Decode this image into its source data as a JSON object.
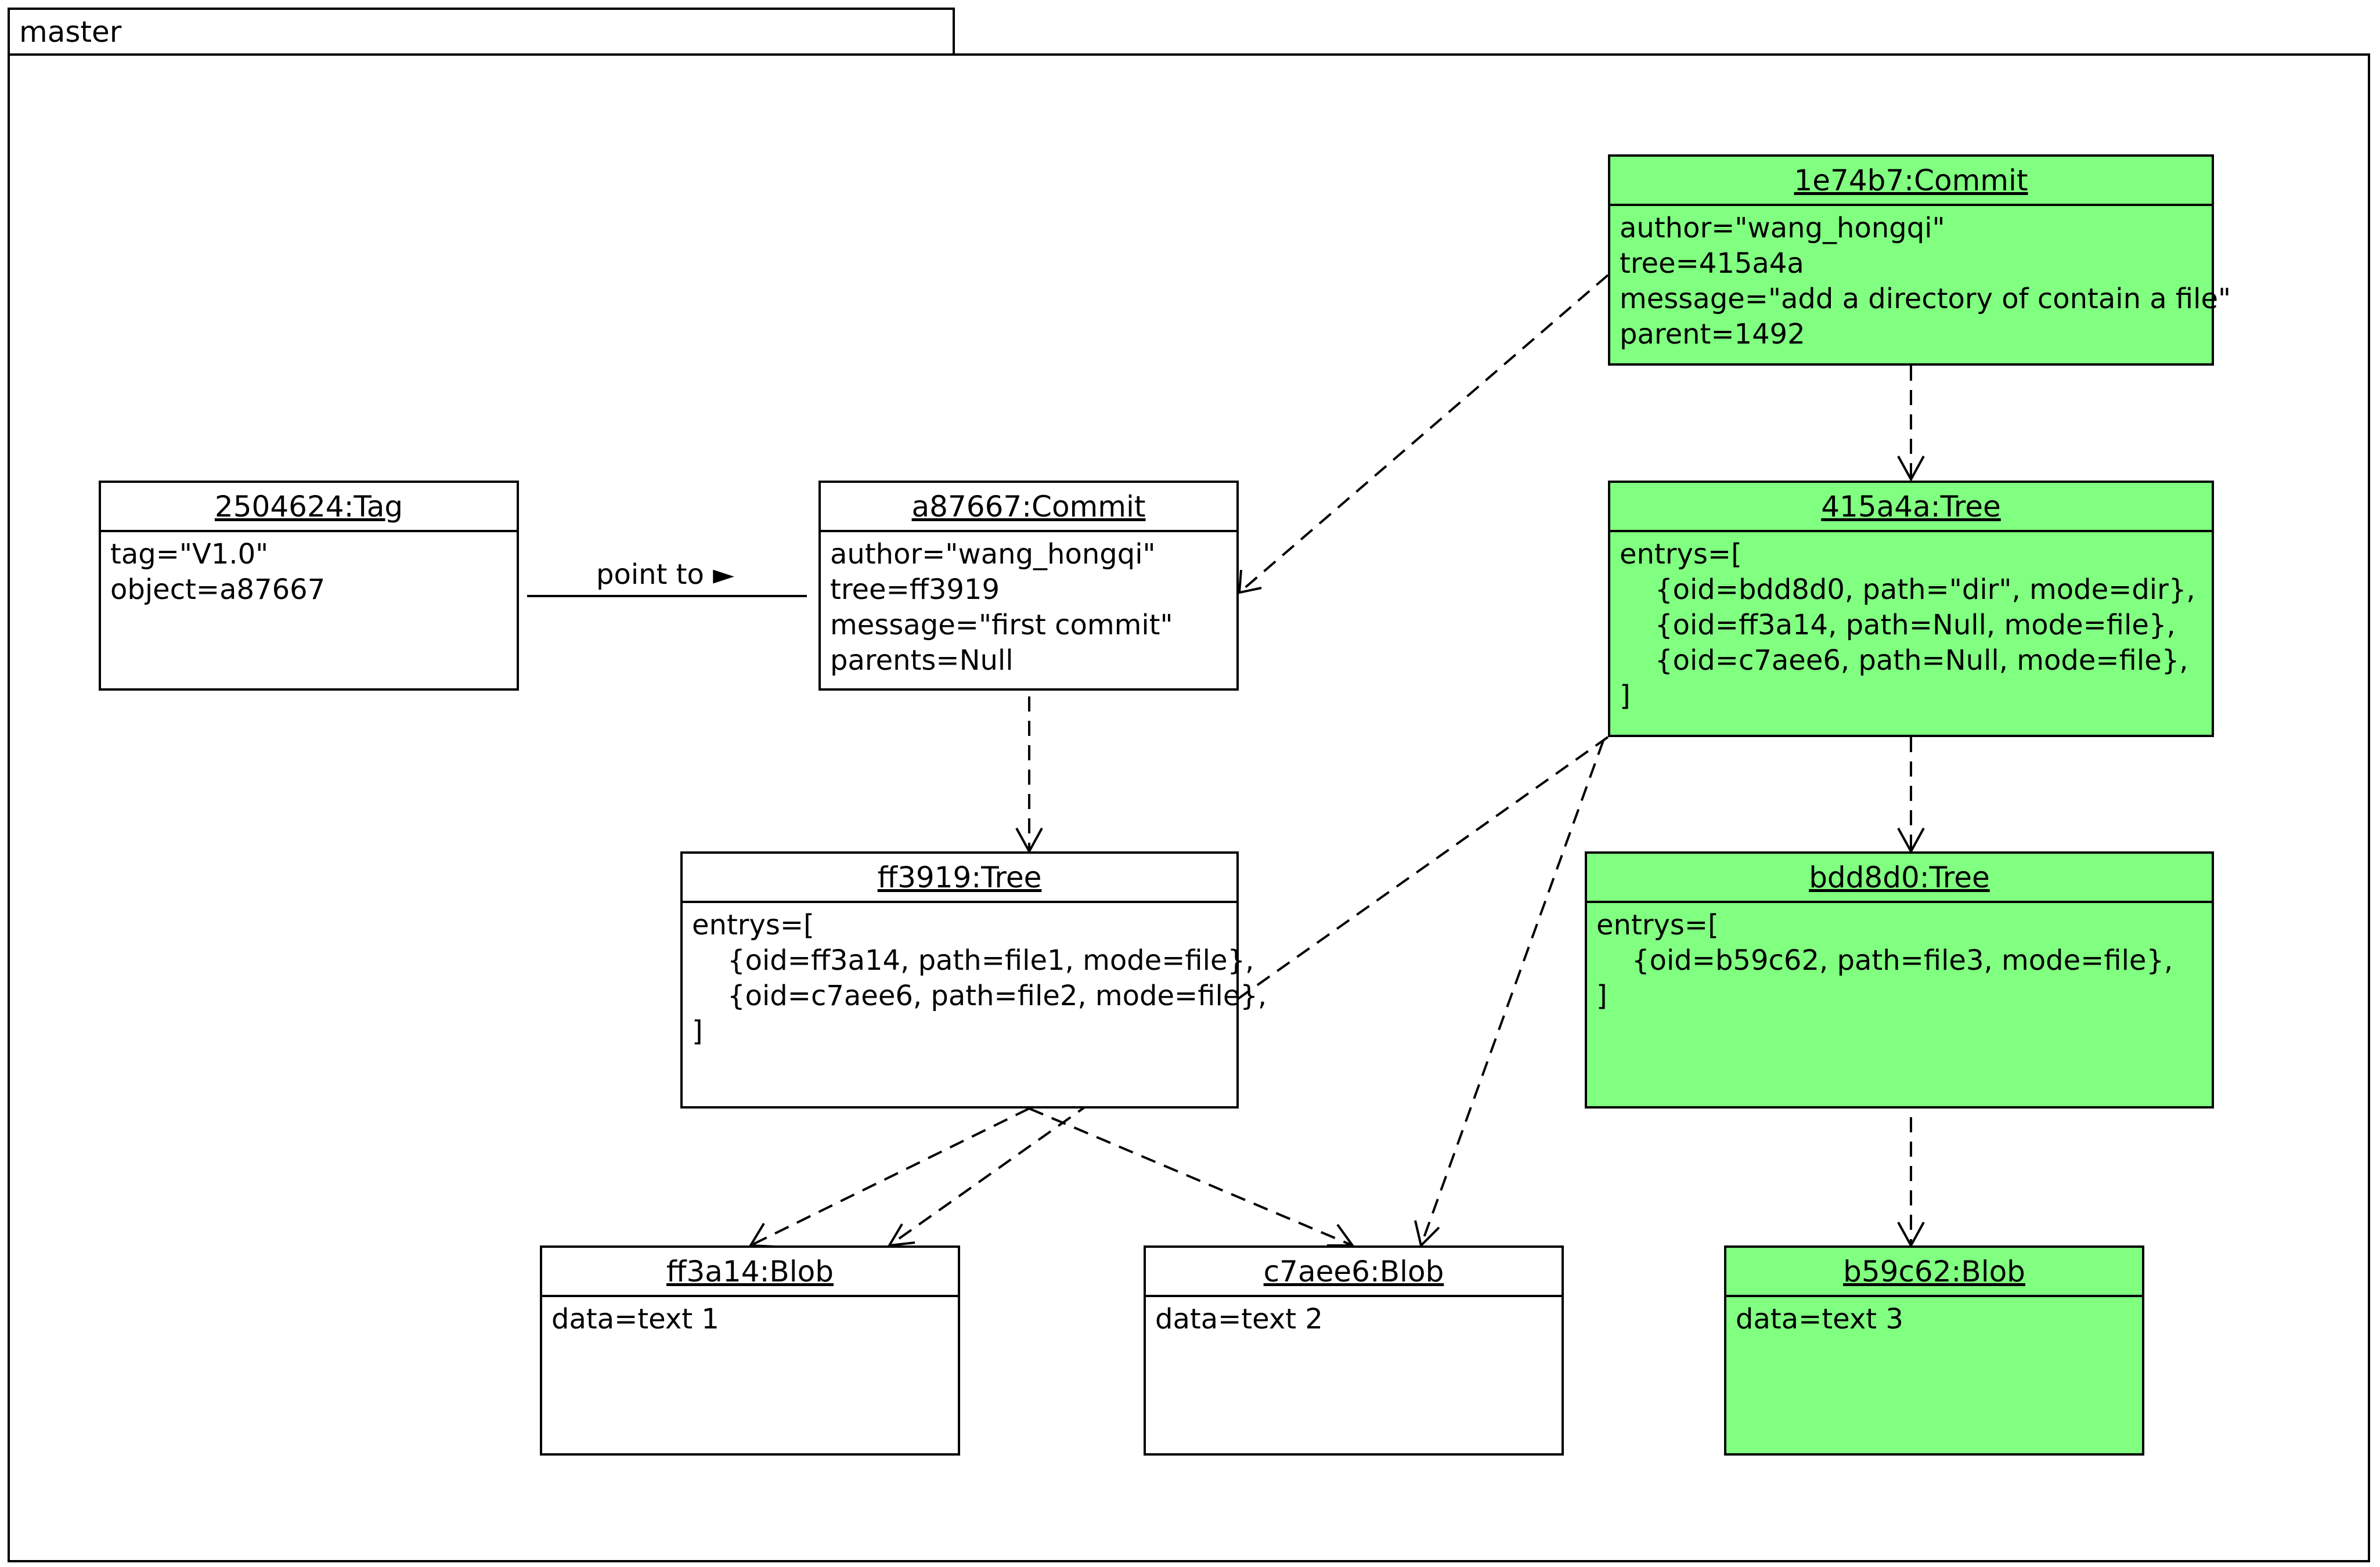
{
  "frame": {
    "label": "master"
  },
  "objects": {
    "tag": {
      "name": "2504624:Tag",
      "attrs": "tag=\"V1.0\"\nobject=a87667"
    },
    "commit_a87667": {
      "name": "a87667:Commit",
      "attrs": "author=\"wang_hongqi\"\ntree=ff3919\nmessage=\"first commit\"\nparents=Null"
    },
    "commit_1e74b7": {
      "name": "1e74b7:Commit",
      "attrs": "author=\"wang_hongqi\"\ntree=415a4a\nmessage=\"add a directory of contain a file\"\nparent=1492"
    },
    "tree_415a4a": {
      "name": "415a4a:Tree",
      "attrs": "entrys=[\n    {oid=bdd8d0, path=\"dir\", mode=dir},\n    {oid=ff3a14, path=Null, mode=file},\n    {oid=c7aee6, path=Null, mode=file},\n]"
    },
    "tree_ff3919": {
      "name": "ff3919:Tree",
      "attrs": "entrys=[\n    {oid=ff3a14, path=file1, mode=file},\n    {oid=c7aee6, path=file2, mode=file},\n]"
    },
    "tree_bdd8d0": {
      "name": "bdd8d0:Tree",
      "attrs": "entrys=[\n    {oid=b59c62, path=file3, mode=file},\n]"
    },
    "blob_ff3a14": {
      "name": "ff3a14:Blob",
      "attrs": "data=text 1"
    },
    "blob_c7aee6": {
      "name": "c7aee6:Blob",
      "attrs": "data=text 2"
    },
    "blob_b59c62": {
      "name": "b59c62:Blob",
      "attrs": "data=text 3"
    }
  },
  "links": {
    "point_to_label": "point to ►"
  },
  "colors": {
    "highlight": "#80ff80",
    "default": "#ffffff",
    "line": "#000000"
  }
}
